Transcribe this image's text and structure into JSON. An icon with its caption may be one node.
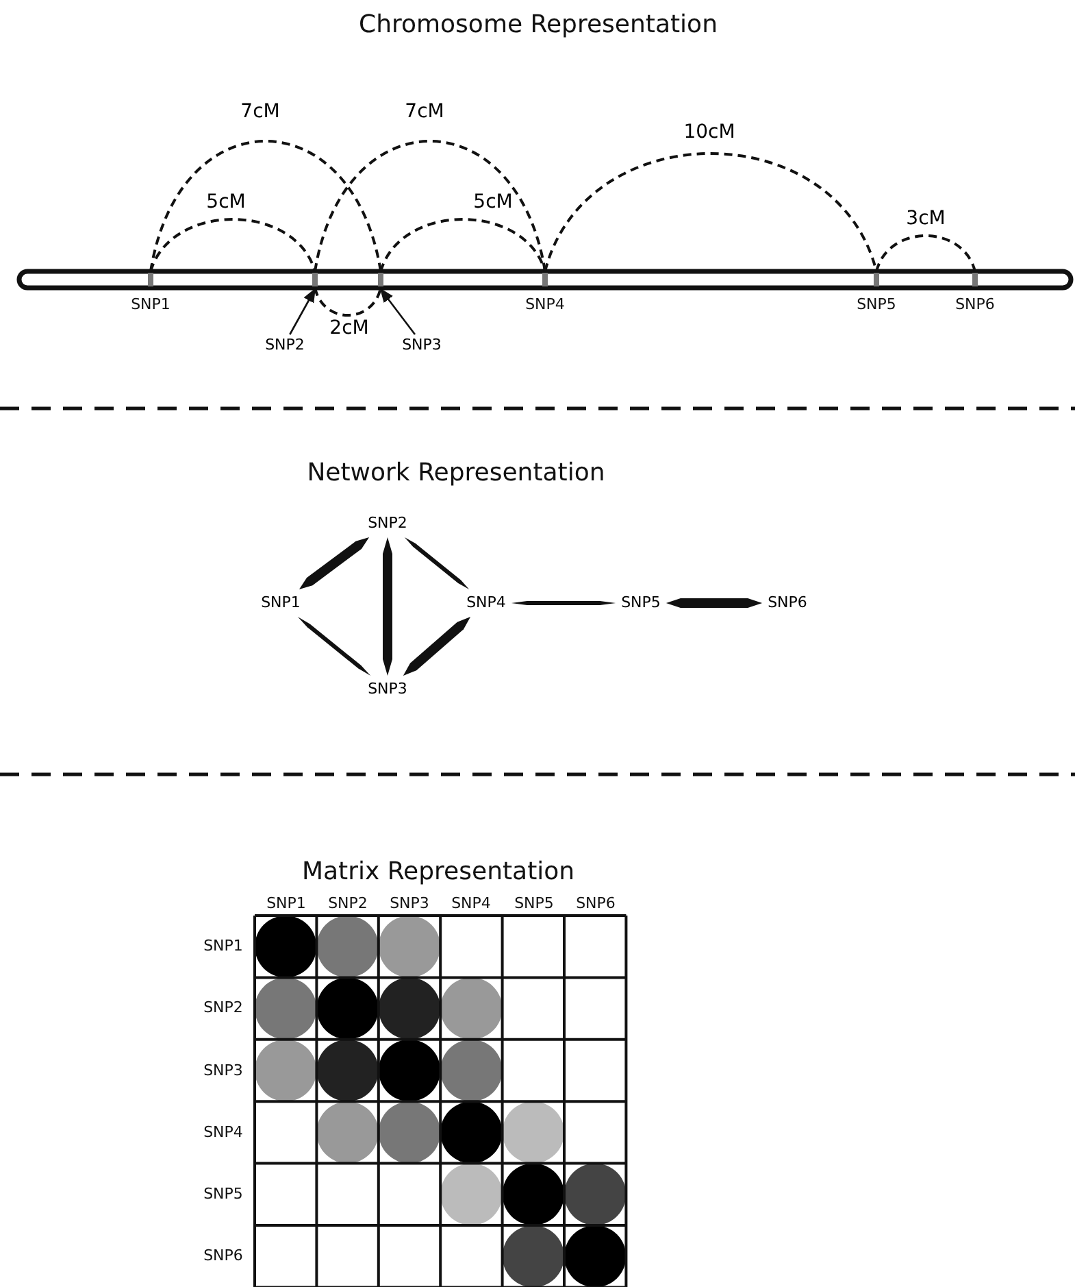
{
  "diagram": {
    "nodes": [
      {
        "text": [],
        "shape": "bar",
        "beside": [
          "SNP1"
        ]
      },
      {
        "text": [],
        "shape": "bar"
      },
      {
        "text": [],
        "shape": "bar"
      },
      {
        "text": [],
        "shape": "bar",
        "beside": [
          "SNP4"
        ]
      },
      {
        "text": [],
        "shape": "bar",
        "beside": [
          "SNP5"
        ]
      },
      {
        "text": [],
        "shape": "bar",
        "beside": [
          "SNP6"
        ]
      },
      {
        "text": [
          "SNP2"
        ]
      },
      {
        "text": [
          "SNP3"
        ]
      },
      {
        "text": [
          "SNP1"
        ]
      },
      {
        "text": [
          "SNP2"
        ]
      },
      {
        "text": [
          "SNP3"
        ]
      },
      {
        "text": [
          "SNP4"
        ]
      },
      {
        "text": [
          "SNP5"
        ]
      },
      {
        "text": [
          "SNP6"
        ]
      }
    ],
    "edges": [
      {
        "from": 0,
        "to": 2,
        "arrow": "none",
        "label": "7cM",
        "style": "dashed"
      },
      {
        "from": 0,
        "to": 1,
        "arrow": "none",
        "label": "5cM",
        "style": "dashed"
      },
      {
        "from": 1,
        "to": 3,
        "arrow": "none",
        "label": "7cM",
        "style": "dashed"
      },
      {
        "from": 2,
        "to": 3,
        "arrow": "none",
        "label": "5cM",
        "style": "dashed"
      },
      {
        "from": 1,
        "to": 2,
        "arrow": "none",
        "label": "2cM",
        "style": "dashed"
      },
      {
        "from": 3,
        "to": 4,
        "arrow": "none",
        "label": "10cM",
        "style": "dashed"
      },
      {
        "from": 4,
        "to": 5,
        "arrow": "none",
        "label": "3cM",
        "style": "dashed"
      },
      {
        "from": 6,
        "to": 1,
        "arrow": "to"
      },
      {
        "from": 7,
        "to": 2,
        "arrow": "to"
      },
      {
        "from": 8,
        "to": 9,
        "arrow": "none",
        "style": "thick"
      },
      {
        "from": 9,
        "to": 10,
        "arrow": "none",
        "style": "thick"
      },
      {
        "from": 8,
        "to": 10,
        "arrow": "none"
      },
      {
        "from": 9,
        "to": 11,
        "arrow": "none"
      },
      {
        "from": 10,
        "to": 11,
        "arrow": "none",
        "style": "thick"
      },
      {
        "from": 11,
        "to": 12,
        "arrow": "none"
      },
      {
        "from": 12,
        "to": 13,
        "arrow": "none",
        "style": "thick"
      }
    ],
    "labels": [
      "Chromosome Representation",
      "Network Representation",
      "Matrix Representation",
      "SNP1",
      "SNP2",
      "SNP3",
      "SNP4",
      "SNP5",
      "SNP6",
      "SNP1",
      "SNP2",
      "SNP3",
      "SNP4",
      "SNP5",
      "SNP6"
    ]
  }
}
